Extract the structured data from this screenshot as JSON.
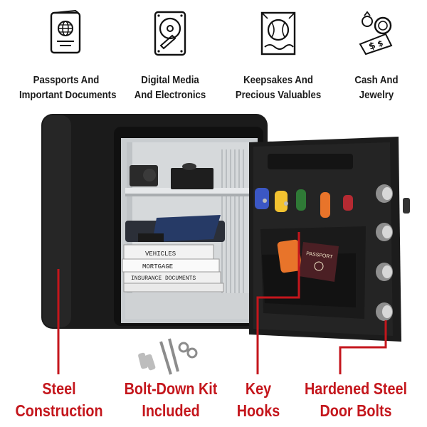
{
  "features_top": [
    {
      "label_line1": "Passports And",
      "label_line2": "Important Documents",
      "icon": "passport-icon"
    },
    {
      "label_line1": "Digital Media",
      "label_line2": "And Electronics",
      "icon": "hard-drive-icon"
    },
    {
      "label_line1": "Keepsakes And",
      "label_line2": "Precious Valuables",
      "icon": "baseball-icon"
    },
    {
      "label_line1": "Cash And",
      "label_line2": "Jewelry",
      "icon": "cash-jewelry-icon"
    }
  ],
  "features_bottom": [
    {
      "label_line1": "Steel",
      "label_line2": "Construction"
    },
    {
      "label_line1": "Bolt-Down Kit",
      "label_line2": "Included"
    },
    {
      "label_line1": "Key",
      "label_line2": "Hooks"
    },
    {
      "label_line1": "Hardened Steel",
      "label_line2": "Door Bolts"
    }
  ],
  "documents": [
    "VEHICLES",
    "MORTGAGE",
    "INSURANCE DOCUMENTS"
  ],
  "passport_text": "PASSPORT",
  "colors": {
    "accent_red": "#c4161c",
    "safe_body": "#1b1b1b",
    "interior": "#d6d9db"
  }
}
